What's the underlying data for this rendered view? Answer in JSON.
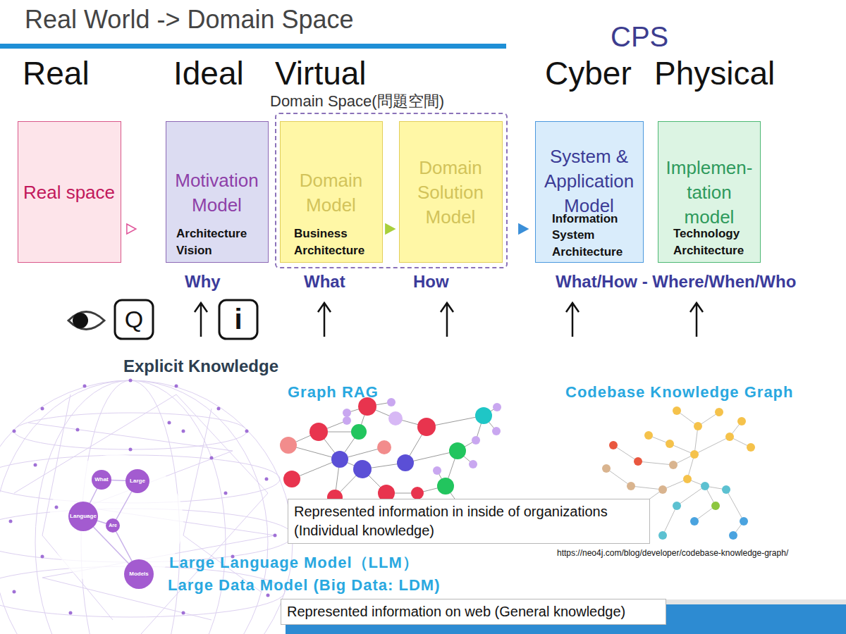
{
  "diagram": {
    "title": "Real World -> Domain Space",
    "nodes": [
      {
        "text": [
          "Real space"
        ]
      },
      {
        "text": [
          "Motivation Model",
          "Architecture Vision"
        ]
      },
      {
        "text": [
          "Domain Space(問題空間)"
        ]
      },
      {
        "text": [
          "Domain Model",
          "Business Architecture"
        ],
        "in": 2
      },
      {
        "text": [
          "Domain Solution Model"
        ],
        "in": 2
      },
      {
        "text": [
          "System & Application Model",
          "Information System Architecture"
        ]
      },
      {
        "text": [
          "Implemen- tation model",
          "Technology Architecture"
        ]
      },
      {
        "text": [
          "Represented information in inside of organizations (Individual knowledge)"
        ]
      },
      {
        "text": [
          "Represented information on web (General knowledge)"
        ]
      }
    ],
    "edges": [
      {
        "from": 0,
        "to": 1,
        "arrow": "to"
      },
      {
        "from": 3,
        "to": 4,
        "arrow": "to"
      },
      {
        "from": 2,
        "to": 5,
        "arrow": "to"
      }
    ],
    "labels": [
      "Real",
      "Ideal",
      "Virtual",
      "CPS",
      "Cyber",
      "Physical",
      "Why",
      "What",
      "How",
      "What/How - Where/When/Who",
      "Q",
      "i",
      "Explicit Knowledge",
      "Graph RAG",
      "Codebase Knowledge Graph",
      "What",
      "Large",
      "Language",
      "Are",
      "Models",
      "https://neo4j.com/blog/developer/codebase-knowledge-graph/",
      "Large Language Model（LLM）",
      "Large Data Model (Big Data: LDM)"
    ]
  }
}
